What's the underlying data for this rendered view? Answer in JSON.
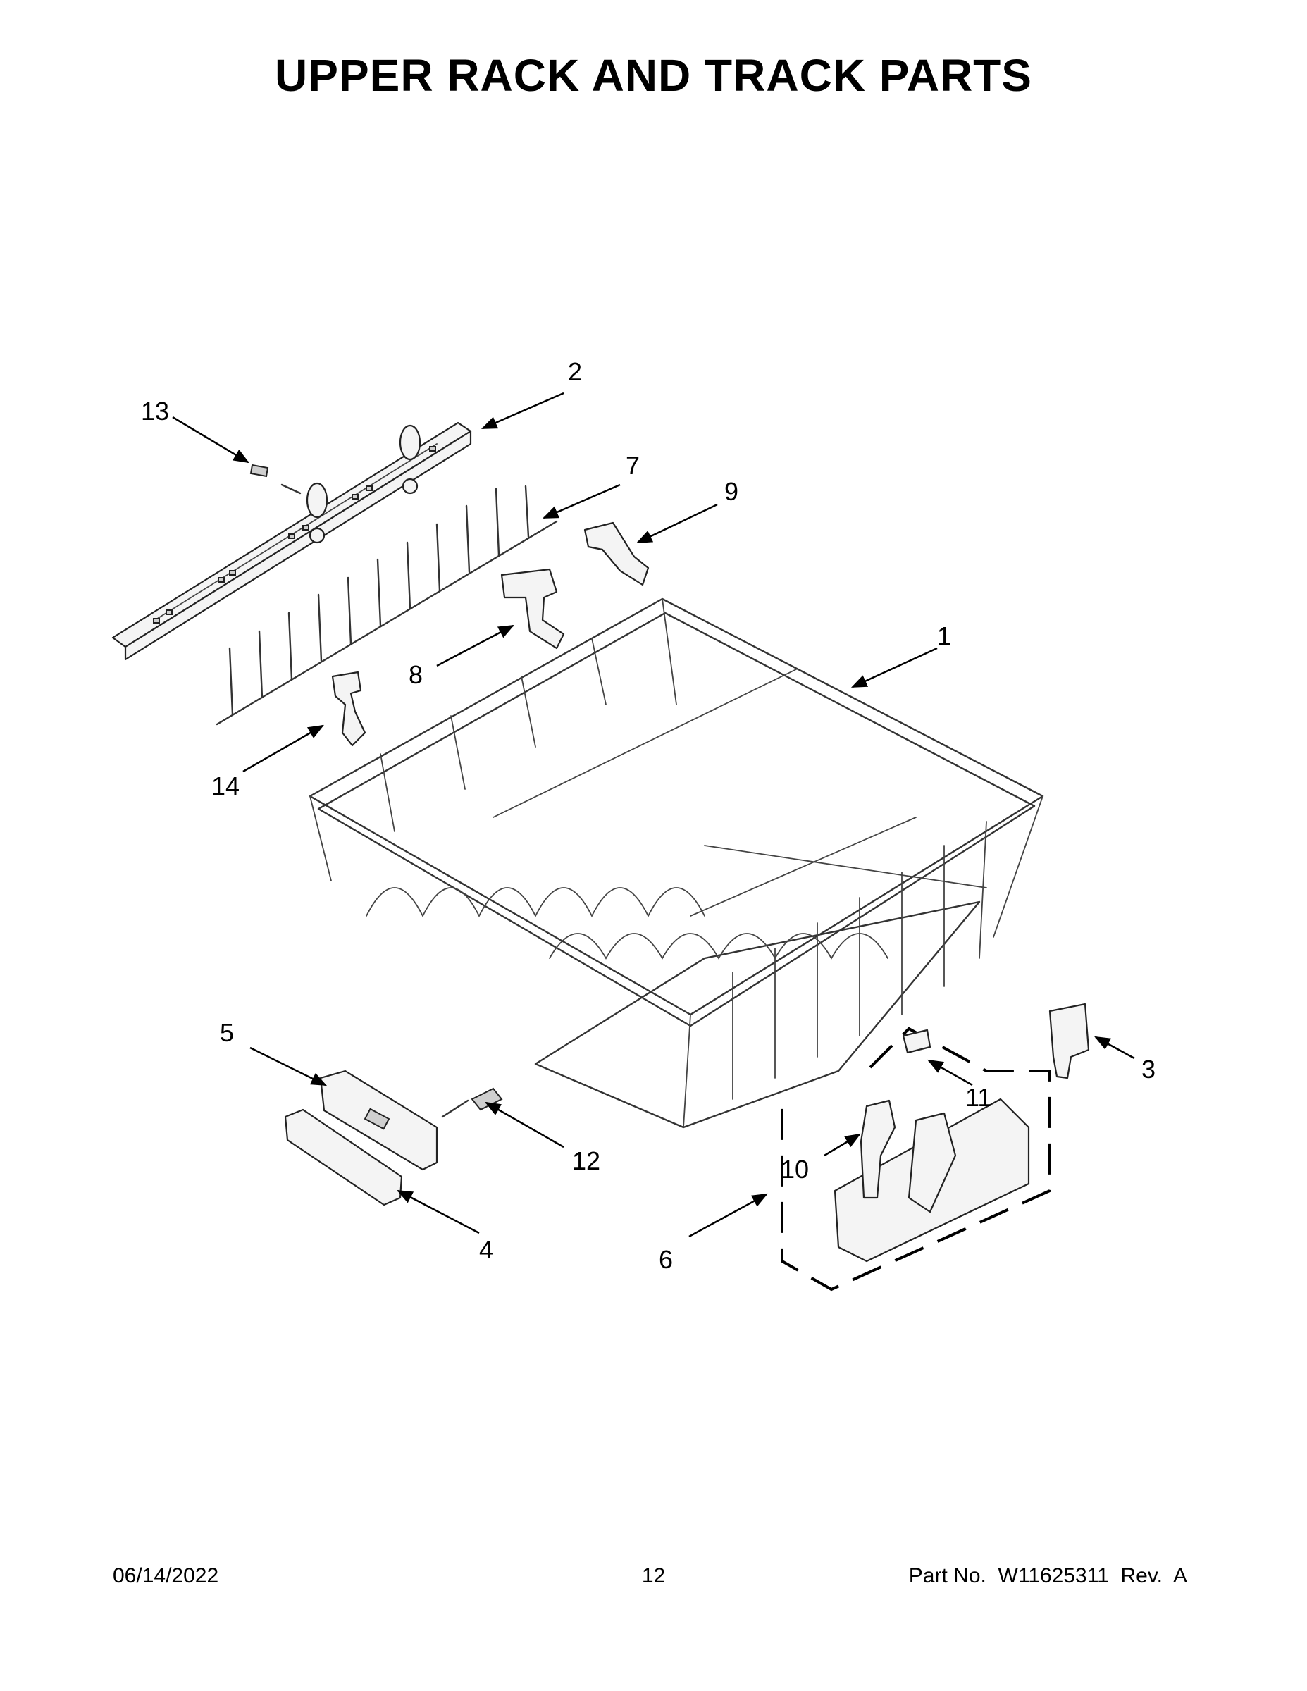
{
  "page": {
    "title": "UPPER RACK AND TRACK PARTS"
  },
  "callouts": [
    "1",
    "2",
    "3",
    "4",
    "5",
    "6",
    "7",
    "8",
    "9",
    "10",
    "11",
    "12",
    "13",
    "14"
  ],
  "footer": {
    "date": "06/14/2022",
    "page_number": "12",
    "part_number": "Part No.  W11625311  Rev.  A"
  }
}
